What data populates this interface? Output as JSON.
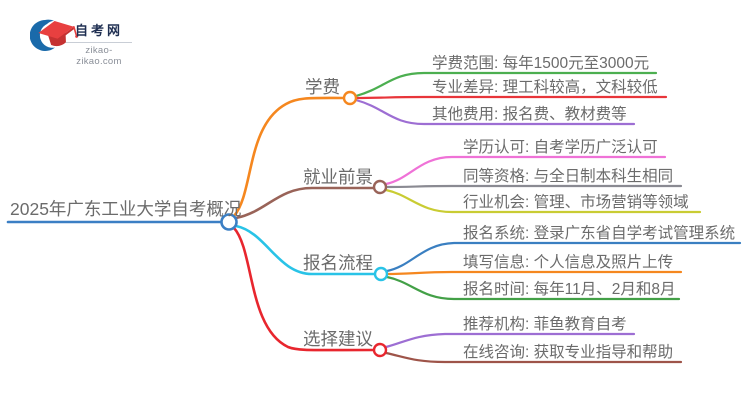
{
  "logo": {
    "site_name": "自考网",
    "site_url": "zikao-zikao.com",
    "icon": "graduation-cap-with-blue-crescent",
    "colors": {
      "crescent_blue": "#1a6aaa",
      "cap_red": "#e84040",
      "cap_dark_red": "#c53232",
      "name_navy": "#1f2f52",
      "url_gray": "#8a8f98"
    }
  },
  "mindmap": {
    "text_color": "#6b6b6b",
    "root": {
      "label": "2025年广东工业大学自考概况",
      "color": "#3b7fc4"
    },
    "branches": [
      {
        "label": "学费",
        "color": "#f5871f",
        "children": [
          {
            "label": "学费范围: 每年1500元至3000元",
            "color": "#4caf50"
          },
          {
            "label": "专业差异: 理工科较高，文科较低",
            "color": "#e8353a"
          },
          {
            "label": "其他费用: 报名费、教材费等",
            "color": "#9d6ed3"
          }
        ]
      },
      {
        "label": "就业前景",
        "color": "#996358",
        "children": [
          {
            "label": "学历认可: 自考学历广泛认可",
            "color": "#ef72d7"
          },
          {
            "label": "同等资格: 与全日制本科生相同",
            "color": "#8a8a92"
          },
          {
            "label": "行业机会: 管理、市场营销等领域",
            "color": "#c9cc33"
          }
        ]
      },
      {
        "label": "报名流程",
        "color": "#29c3e7",
        "children": [
          {
            "label": "报名系统: 登录广东省自学考试管理系统",
            "color": "#3a7fc1"
          },
          {
            "label": "填写信息: 个人信息及照片上传",
            "color": "#f5871f"
          },
          {
            "label": "报名时间: 每年11月、2月和8月",
            "color": "#43a047"
          }
        ]
      },
      {
        "label": "选择建议",
        "color": "#e8262e",
        "children": [
          {
            "label": "推荐机构: 菲鱼教育自考",
            "color": "#9d6ed3"
          },
          {
            "label": "在线咨询: 获取专业指导和帮助",
            "color": "#9e5449"
          }
        ]
      }
    ]
  }
}
